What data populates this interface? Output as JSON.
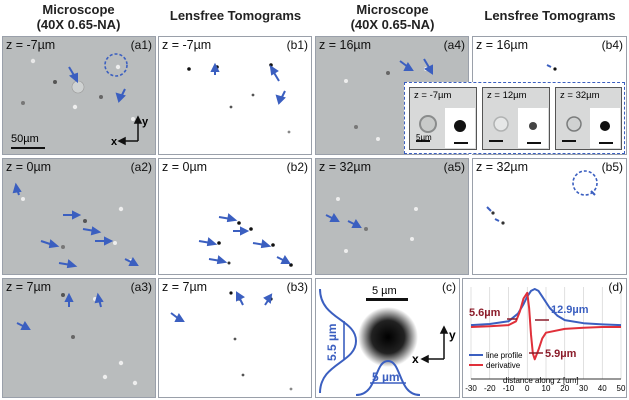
{
  "headers": {
    "microscope_left": [
      "Microscope",
      "(40X 0.65-NA)"
    ],
    "lensfree_left": "Lensfree Tomograms",
    "microscope_right": [
      "Microscope",
      "(40X 0.65-NA)"
    ],
    "lensfree_right": "Lensfree Tomograms"
  },
  "panels": {
    "a1": {
      "z": "z = -7µm",
      "label": "(a1)",
      "scalebar": "50µm",
      "axis_y": "y",
      "axis_x": "x"
    },
    "b1": {
      "z": "z = -7µm",
      "label": "(b1)"
    },
    "a4": {
      "z": "z = 16µm",
      "label": "(a4)"
    },
    "b4": {
      "z": "z = 16µm",
      "label": "(b4)"
    },
    "a2": {
      "z": "z = 0µm",
      "label": "(a2)"
    },
    "b2": {
      "z": "z = 0µm",
      "label": "(b2)"
    },
    "a5": {
      "z": "z = 32µm",
      "label": "(a5)"
    },
    "b5": {
      "z": "z = 32µm",
      "label": "(b5)"
    },
    "a3": {
      "z": "z = 7µm",
      "label": "(a3)"
    },
    "b3": {
      "z": "z = 7µm",
      "label": "(b3)"
    },
    "c": {
      "label": "(c)",
      "top_bar": "5 µm",
      "side_width": "5.5 µm",
      "bottom_width": "5 µm",
      "axis_y": "y",
      "axis_x": "x"
    },
    "d": {
      "label": "(d)",
      "fwhm_1": "12.9µm",
      "fwhm_2": "5.6µm",
      "fwhm_3": "5.9µm",
      "xlabel": "distance along z [um]"
    }
  },
  "inset": {
    "items": [
      {
        "z": "z = -7µm"
      },
      {
        "z": "z = 12µm"
      },
      {
        "z": "z = 32µm"
      }
    ],
    "scalebar": "5µm"
  },
  "chart_data": {
    "type": "line",
    "title": "",
    "xlabel": "distance along z [um]",
    "ylabel": "",
    "xlim": [
      -30,
      50
    ],
    "x_ticks": [
      "-30",
      "-20",
      "-10",
      "0",
      "10",
      "20",
      "30",
      "40",
      "50"
    ],
    "series": [
      {
        "name": "line profile",
        "color": "#3b5fc0",
        "x": [
          -30,
          -20,
          -10,
          -5,
          -2,
          0,
          2,
          4,
          6,
          8,
          12,
          16,
          20,
          30,
          40,
          50
        ],
        "y": [
          0.05,
          0.08,
          0.15,
          0.35,
          0.6,
          0.8,
          0.95,
          1.0,
          0.95,
          0.8,
          0.5,
          0.3,
          0.18,
          0.1,
          0.07,
          0.05
        ]
      },
      {
        "name": "derivative",
        "color": "#e0303a",
        "x": [
          -30,
          -20,
          -10,
          -6,
          -4,
          -2,
          0,
          1,
          2,
          3,
          4,
          6,
          8,
          10,
          20,
          30,
          40,
          50
        ],
        "y": [
          0.0,
          0.02,
          0.05,
          0.15,
          0.4,
          0.75,
          0.9,
          0.5,
          -0.2,
          -0.7,
          -0.85,
          -0.6,
          -0.3,
          -0.15,
          -0.05,
          -0.02,
          0.0,
          0.0
        ]
      }
    ],
    "annotations": [
      "12.9µm",
      "5.6µm",
      "5.9µm"
    ],
    "legend": "bottom-left"
  },
  "colors": {
    "arrow": "#3b5fc0",
    "micro_bg": "#b9bcbd",
    "profile": "#3b5fc0",
    "derivative": "#e0303a"
  }
}
